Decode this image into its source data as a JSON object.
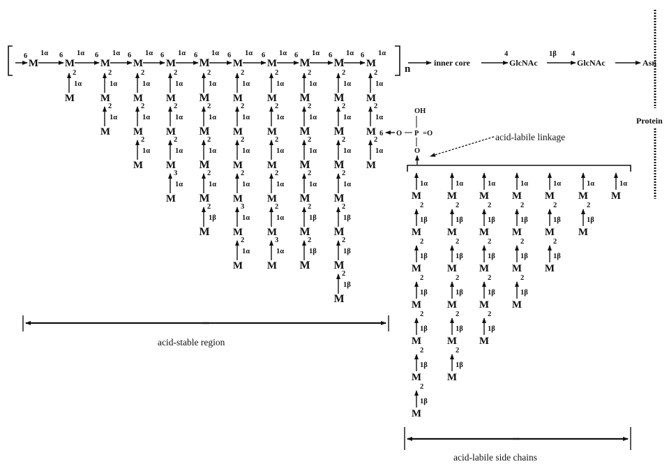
{
  "diagram": {
    "sugar": "M",
    "linkage_1a": "1α",
    "linkage_1b": "1β",
    "pos_6": "6",
    "pos_4": "4",
    "pos_3": "3",
    "pos_2": "2",
    "repeat_n": "n",
    "inner_core": "inner core",
    "glcnac": "GlcNAc",
    "asn": "Asn",
    "protein": "Protein",
    "phosphate": {
      "oh": "OH",
      "o": "O",
      "p": "P",
      "eq_o": "=O"
    },
    "acid_labile_linkage": "acid-labile linkage",
    "acid_stable_region": "acid-stable region",
    "acid_labile_side_chains": "acid-labile side chains"
  }
}
